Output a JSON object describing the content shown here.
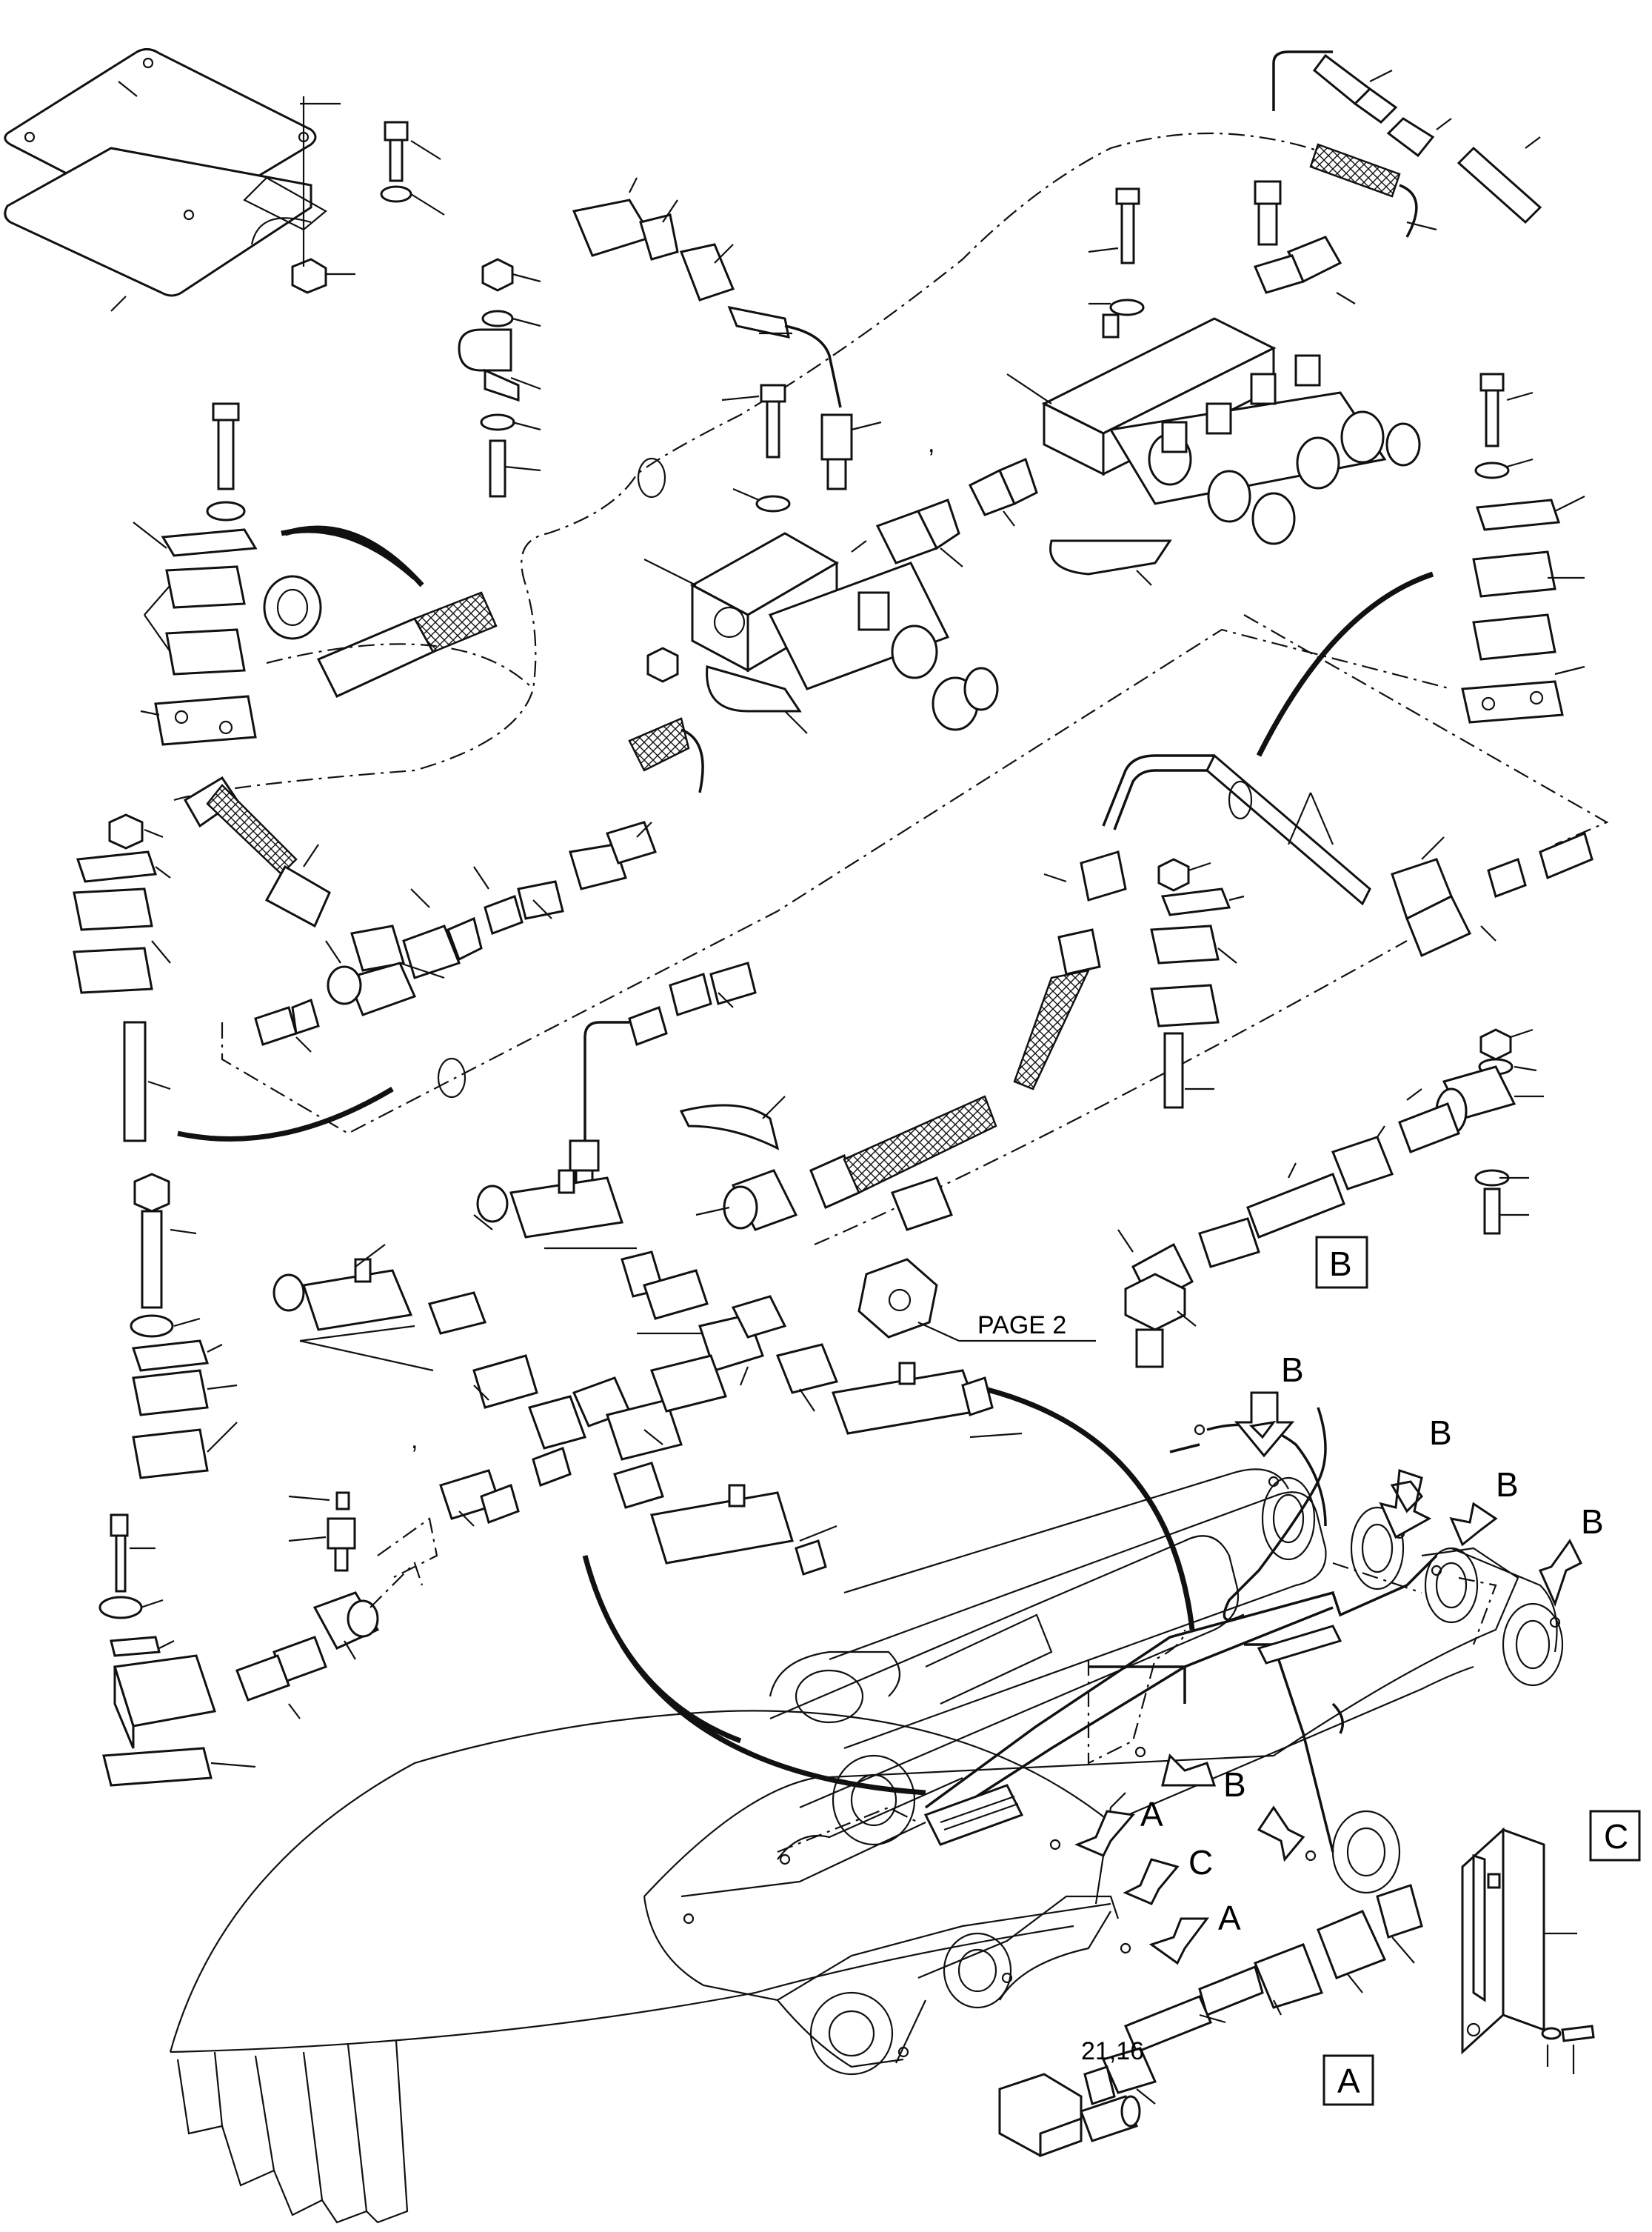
{
  "callouts": {
    "page_ref": "PAGE 2",
    "part_ref": "21,16",
    "detail_b_box": "B",
    "detail_a_box": "A",
    "detail_c_box": "C",
    "arrow_b_1": "B",
    "arrow_b_2": "B",
    "arrow_b_3": "B",
    "arrow_b_4": "B",
    "arrow_b_5": "B",
    "arrow_a_1": "A",
    "arrow_a_2": "A",
    "arrow_c": "C"
  }
}
